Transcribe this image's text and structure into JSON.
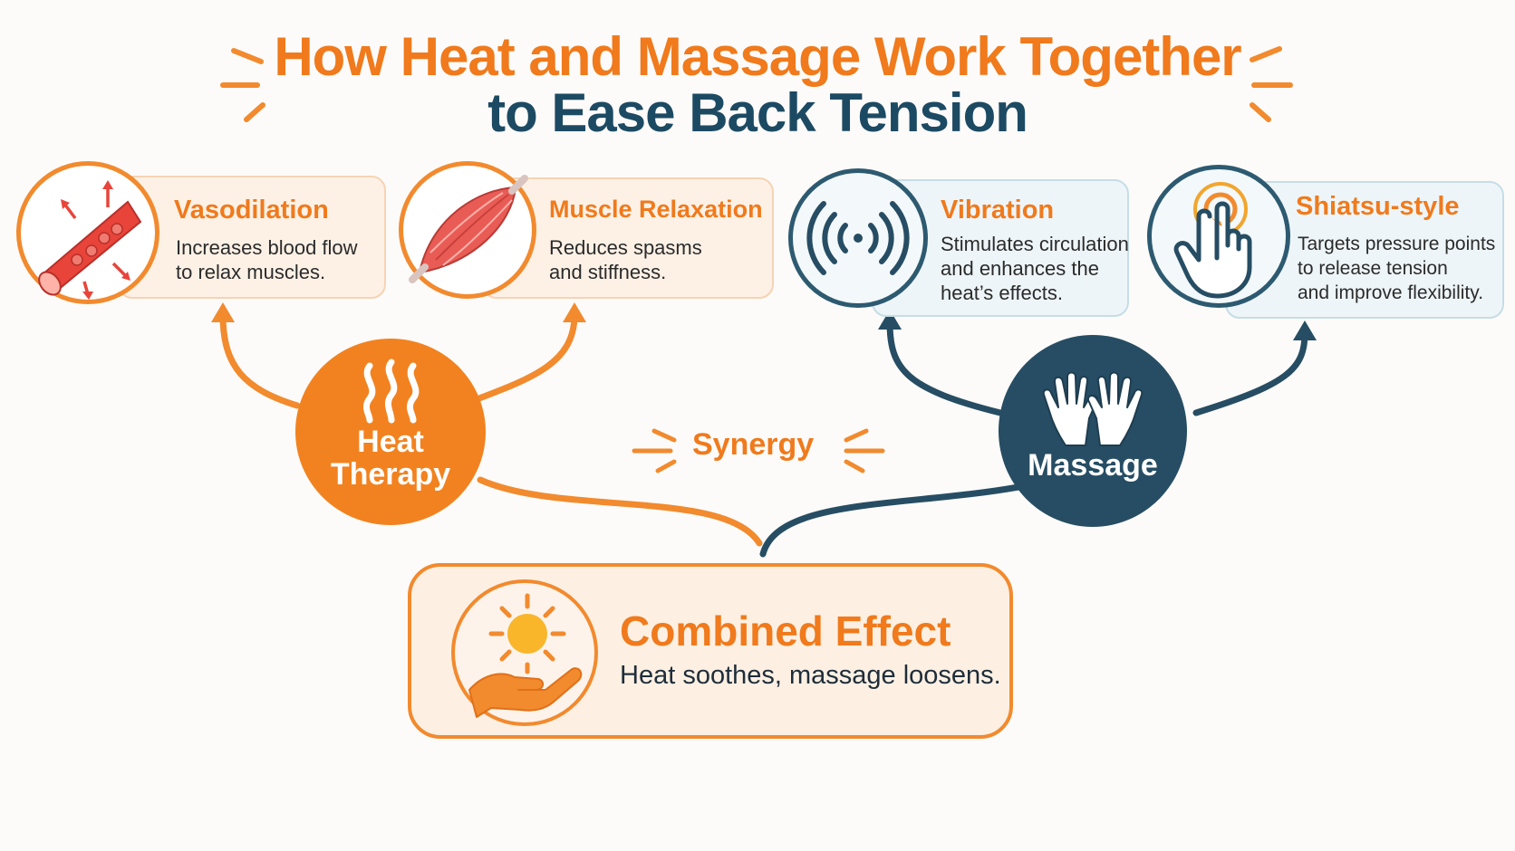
{
  "title": {
    "line1": "How Heat and Massage Work Together",
    "line2": "to Ease Back Tension"
  },
  "colors": {
    "orange": "#f07a1c",
    "navy": "#1d4a63",
    "blood_red": "#e8443a",
    "card_orange_bg": "#fdf1e6",
    "card_blue_bg": "#eef5f8"
  },
  "heat": {
    "label": "Heat\nTherapy",
    "icon": "heat-waves-icon",
    "effects": [
      {
        "title": "Vasodilation",
        "description": "Increases blood flow\nto relax muscles.",
        "icon": "blood-vessel-icon"
      },
      {
        "title": "Muscle Relaxation",
        "description": "Reduces spasms\nand stiffness.",
        "icon": "muscle-icon"
      }
    ]
  },
  "massage": {
    "label": "Massage",
    "icon": "hands-icon",
    "effects": [
      {
        "title": "Vibration",
        "description": "Stimulates circulation\nand enhances the\nheat’s effects.",
        "icon": "vibration-icon"
      },
      {
        "title": "Shiatsu-style",
        "description": "Targets pressure points\nto release tension\nand improve flexibility.",
        "icon": "pressure-point-hand-icon"
      }
    ]
  },
  "synergy": {
    "label": "Synergy"
  },
  "combined": {
    "title": "Combined Effect",
    "description": "Heat soothes, massage loosens.",
    "icon": "sun-in-hand-icon"
  }
}
